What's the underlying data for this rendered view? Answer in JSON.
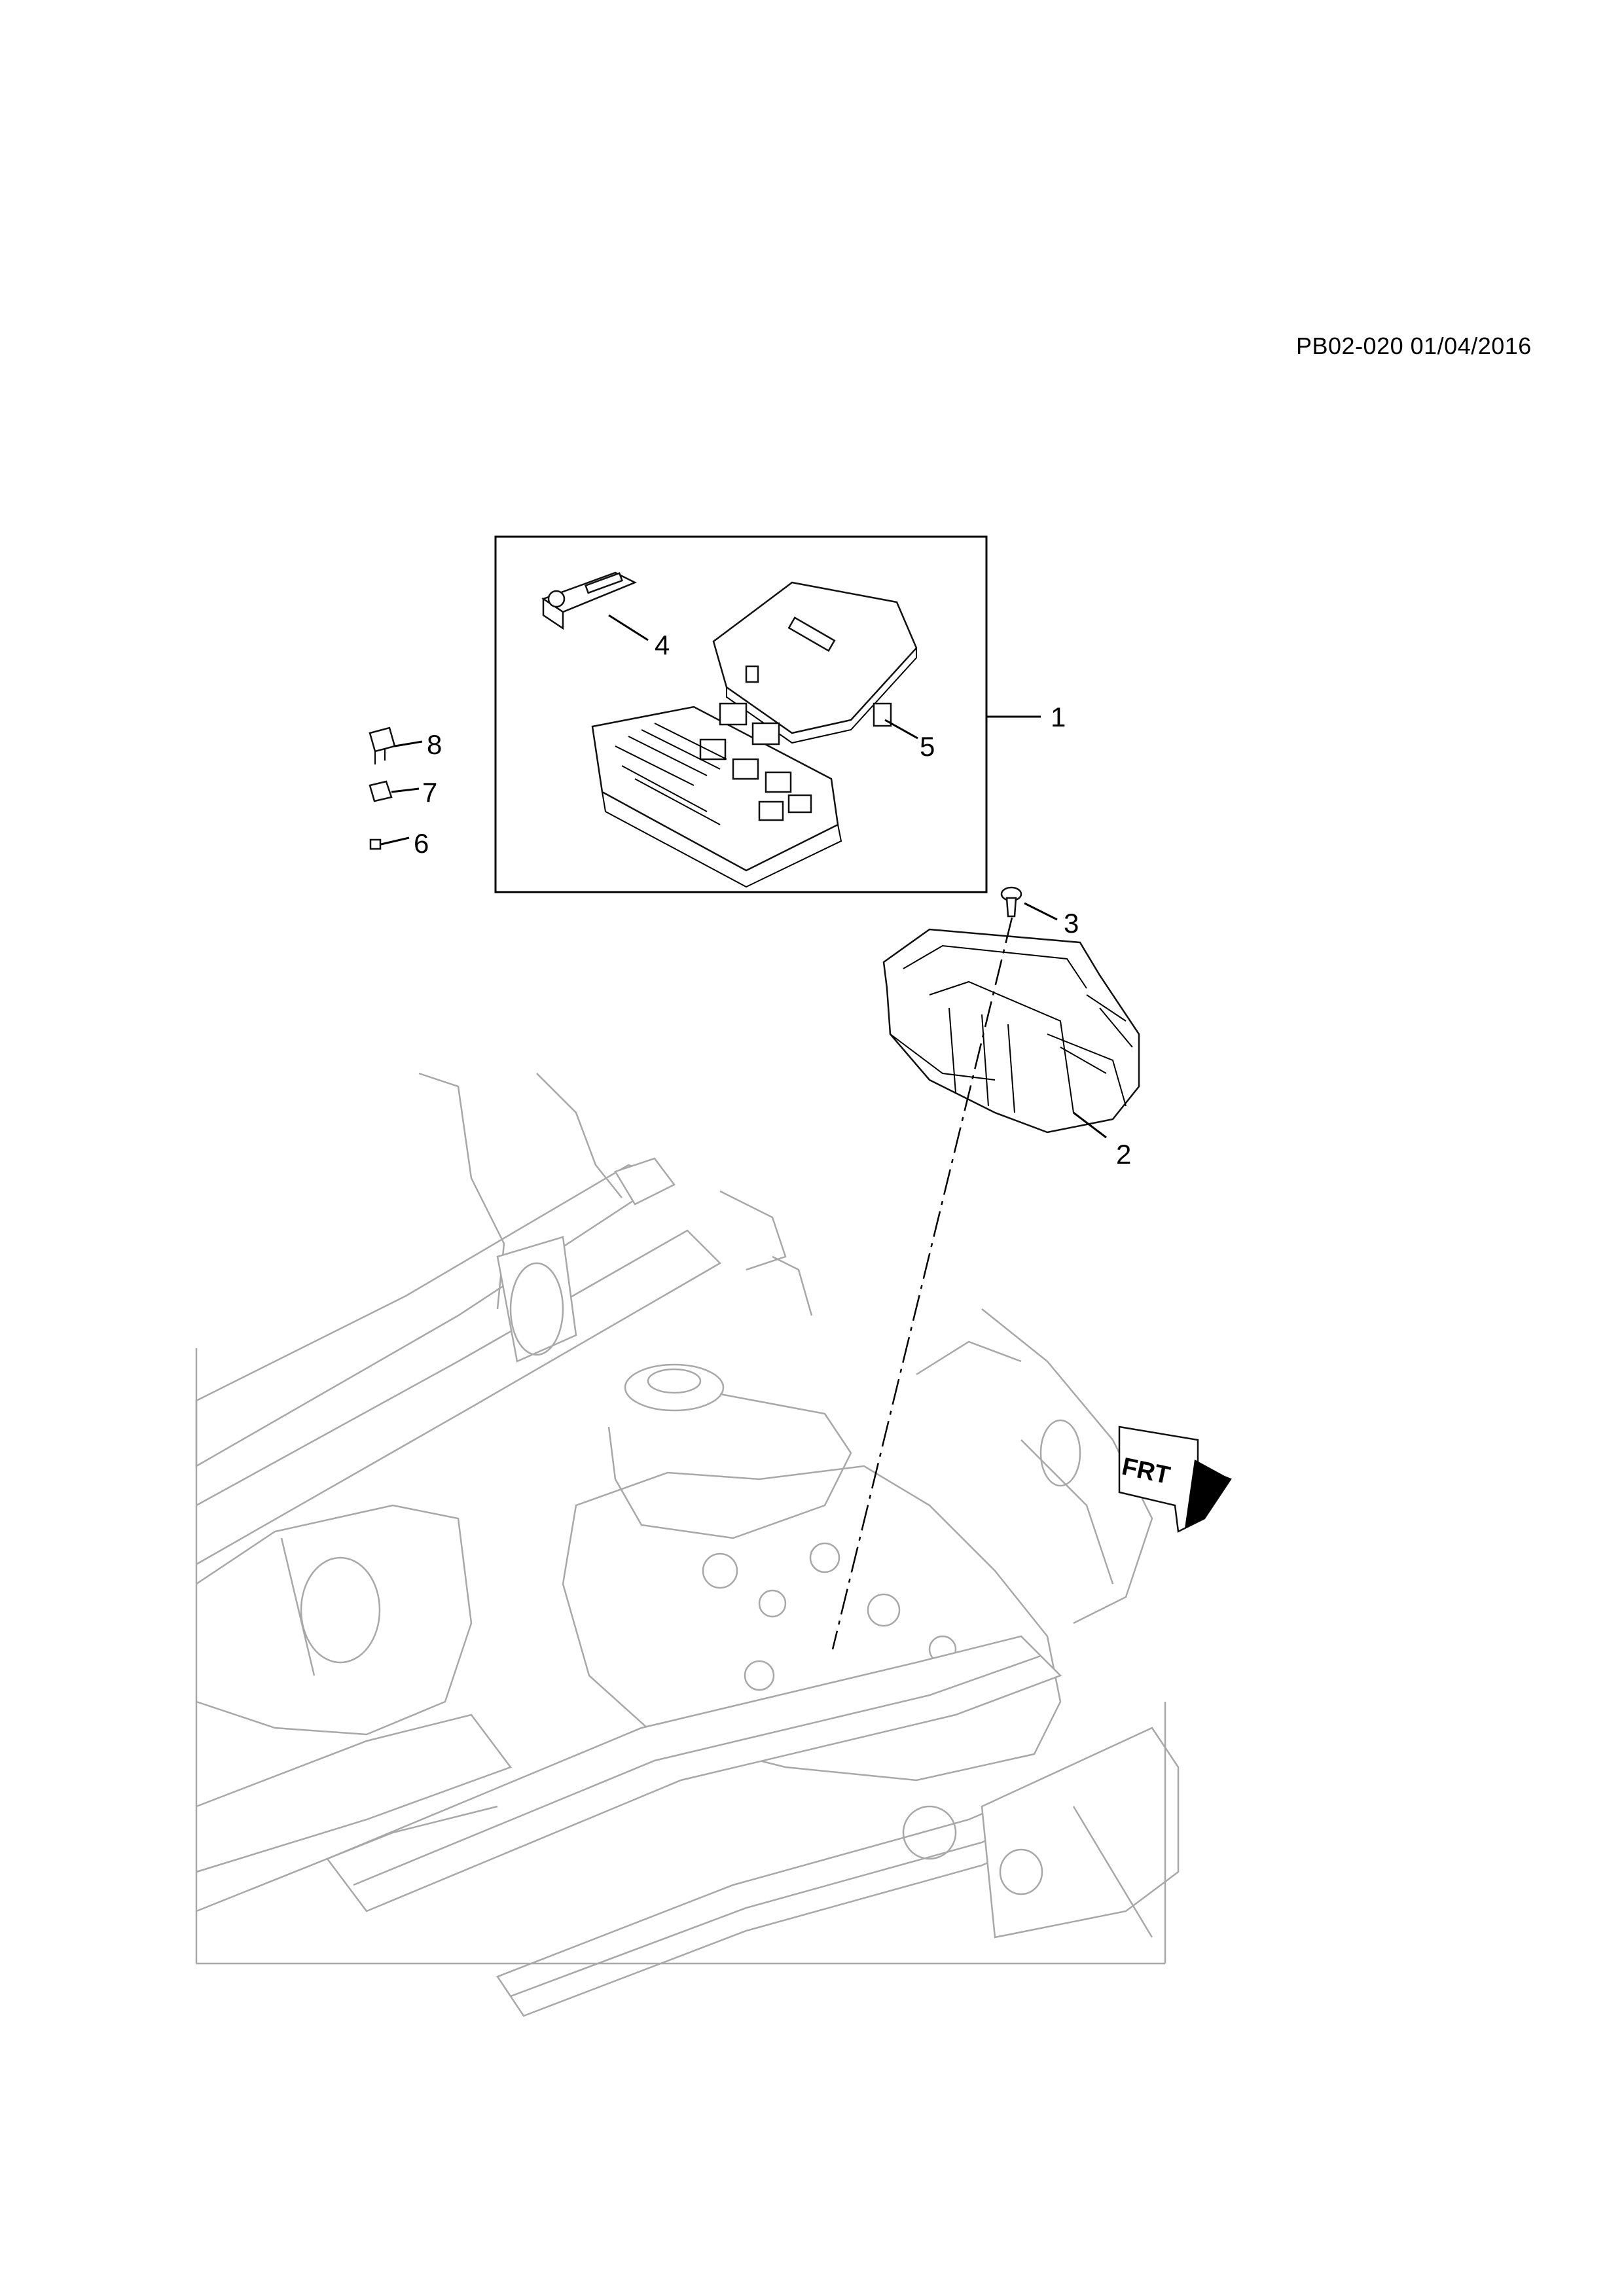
{
  "header": {
    "code": "PB02-020 01/04/2016"
  },
  "callouts": [
    {
      "id": "1",
      "label": "1"
    },
    {
      "id": "2",
      "label": "2"
    },
    {
      "id": "3",
      "label": "3"
    },
    {
      "id": "4",
      "label": "4"
    },
    {
      "id": "5",
      "label": "5"
    },
    {
      "id": "6",
      "label": "6"
    },
    {
      "id": "7",
      "label": "7"
    },
    {
      "id": "8",
      "label": "8"
    }
  ],
  "front_arrow": {
    "label": "FRT"
  },
  "colors": {
    "line": "#000000",
    "ghost": "#a8a8a8",
    "background": "#ffffff"
  }
}
